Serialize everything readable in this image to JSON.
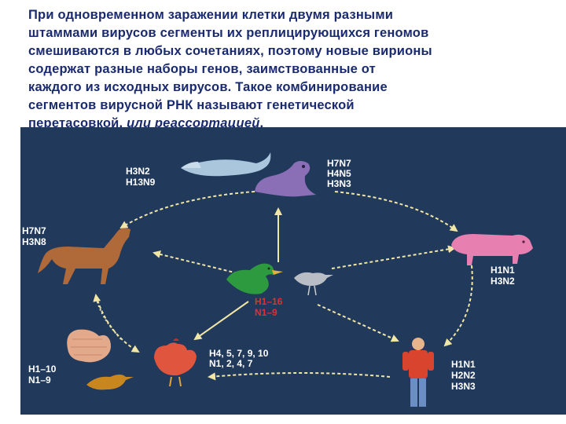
{
  "text": {
    "line1": "При одновременном заражении клетки двумя разными",
    "line2": "штаммами вирусов сегменты их реплицирующихся геномов",
    "line3": "смешиваются в любых сочетаниях, поэтому новые вирионы",
    "line4": "содержат разные наборы генов, заимствованные от",
    "line5": "каждого из исходных вирусов. Такое комбинирование",
    "line6": "сегментов вирусной РНК называют генетической",
    "line7_start": "перетасовкой, ",
    "line7_italic": "или реассортацией",
    "line7_end": "."
  },
  "diagram": {
    "background_color": "#213a5c",
    "labels": {
      "whale": [
        "H3N2",
        "H13N9"
      ],
      "seal": [
        "H7N7",
        "H4N5",
        "H3N3"
      ],
      "horse": [
        "H7N7",
        "H3N8"
      ],
      "pig": [
        "H1N1",
        "H3N2"
      ],
      "birds_center": [
        "H1–16",
        "N1–9"
      ],
      "chicken": [
        "H4, 5, 7, 9, 10",
        "N1, 2, 4, 7"
      ],
      "turkey": [
        "H1–10",
        "N1–9"
      ],
      "human": [
        "H1N1",
        "H2N2",
        "H3N3"
      ]
    },
    "colors": {
      "whale": "#a9c6dd",
      "seal": "#8a6fb7",
      "horse": "#b06a3a",
      "pig": "#e77fb1",
      "duck": "#2e9a3f",
      "gull": "#b9bec6",
      "chicken": "#e0553e",
      "turkey": "#e2a98a",
      "small_bird": "#c8871e",
      "human_shirt": "#d9442e",
      "human_jeans": "#6b8fc4",
      "arrow": "#f2e6a6"
    }
  }
}
